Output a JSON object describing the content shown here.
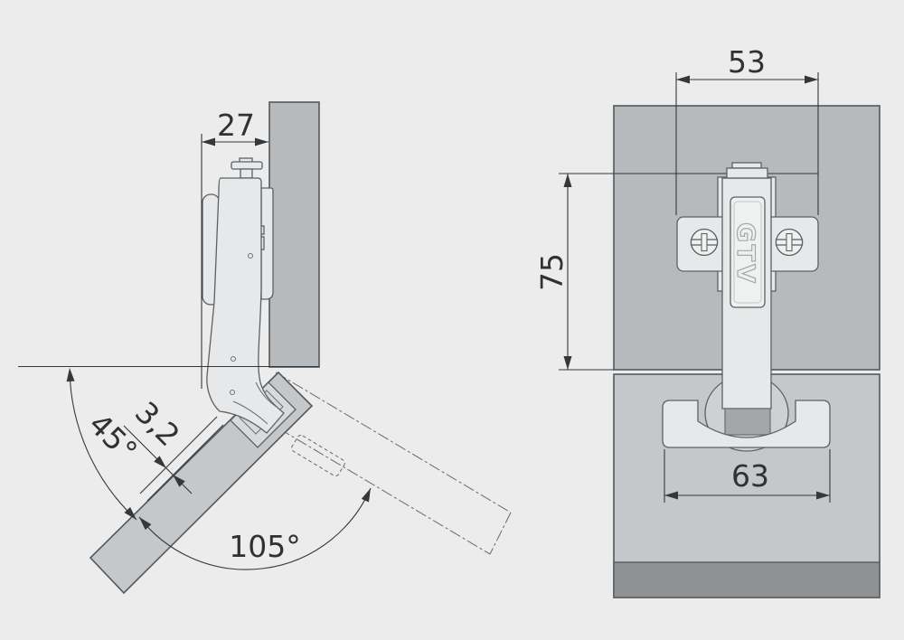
{
  "side_view": {
    "dim_width": "27",
    "dim_offset": "3,2",
    "angle_mount": "45°",
    "angle_opening": "105°"
  },
  "front_view": {
    "dim_spacing": "53",
    "dim_height": "75",
    "dim_flange": "63",
    "brand": "GTV"
  },
  "colors": {
    "background": "#ececed",
    "panel_dark": "#b7babc",
    "panel_light": "#c5c8ca",
    "panel_edge_strip": "#8f9295",
    "metal": "#e6e8e9",
    "metal_bright": "#eff1f1",
    "rail_shadow": "#a3a7a9",
    "outline": "#5d6163",
    "dimension": "#35383a"
  }
}
